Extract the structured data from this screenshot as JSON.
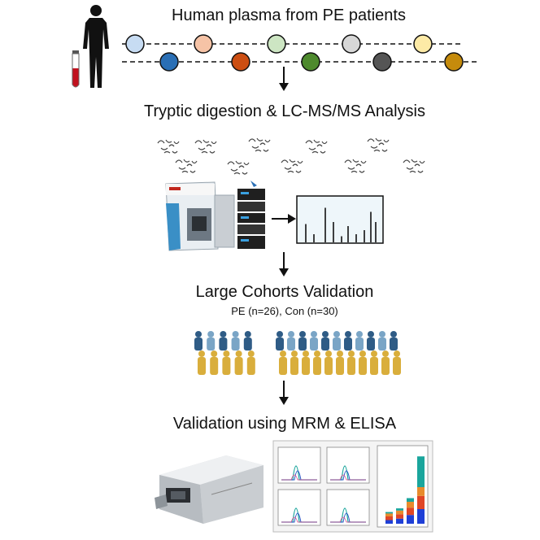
{
  "steps": {
    "step1": "Human plasma from PE patients",
    "step2": "Tryptic digestion & LC-MS/MS Analysis",
    "step3": "Large Cohorts Validation",
    "step3_sub": "PE (n=26), Con (n=30)",
    "step4": "Validation using MRM & ELISA"
  },
  "sample_colors_top": [
    "#c7dcf3",
    "#f6c3a6",
    "#cde6c3",
    "#d7d7d7",
    "#fdeaa6"
  ],
  "sample_colors_bottom": [
    "#2a6fb5",
    "#cc4e12",
    "#4e8a2e",
    "#555555",
    "#c58b0c"
  ],
  "figure_colors": {
    "pe_group": "#2f5c86",
    "con_group": "#d9ae3c",
    "stack_blue": "#1f3fd6",
    "stack_red": "#e04626",
    "stack_orange": "#e88b2c",
    "stack_teal": "#1aa59c"
  },
  "icons": [
    "human-silhouette-icon",
    "blood-tube-icon",
    "peptide-fragment-icon",
    "lc-ms-instrument-icon",
    "ms-spectrum-icon",
    "people-crowd-icon",
    "mrm-instrument-icon",
    "chromatogram-panel-icon",
    "stacked-bar-chart-icon"
  ]
}
